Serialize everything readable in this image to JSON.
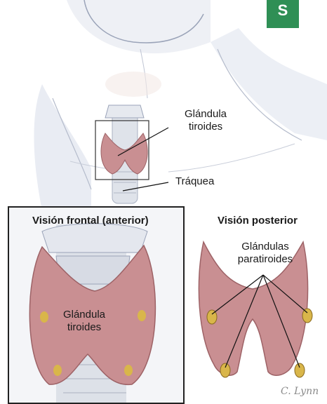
{
  "badge": {
    "letter": "S",
    "color": "#2f8f55"
  },
  "labels": {
    "thyroid_gland": [
      "Glándula",
      "tiroides"
    ],
    "trachea": "Tráquea",
    "frontal_view_title": "Visión frontal (anterior)",
    "posterior_view_title": "Visión posterior",
    "parathyroid_glands": [
      "Glándulas",
      "paratiroides"
    ],
    "inset_thyroid": [
      "Glándula",
      "tiroides"
    ]
  },
  "signature": "C. Lynn",
  "colors": {
    "thyroid": "#c98f92",
    "thyroid_shadow": "#9d6266",
    "parathyroid": "#d9b64a",
    "skin_shadow": "#c9cedd",
    "trachea": "#d8dde6"
  }
}
